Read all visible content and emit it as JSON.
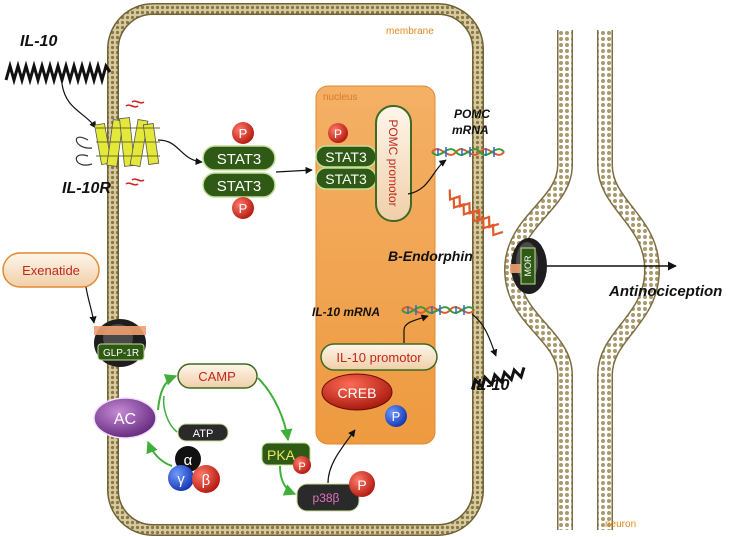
{
  "labels": {
    "membrane": "membrane",
    "nucleus": "nucleus",
    "neuron": "neuron",
    "il10_top": "IL-10",
    "il10r": "IL-10R",
    "stat3": "STAT3",
    "p": "P",
    "pomc_promotor": "POMC promotor",
    "pomc_mrna_line1": "POMC",
    "pomc_mrna_line2": "mRNA",
    "b_endorphin": "B-Endorphin",
    "mor": "MOR",
    "antinociception": "Antinociception",
    "exenatide": "Exenatide",
    "glp1r": "GLP-1R",
    "ac": "AC",
    "atp": "ATP",
    "camp": "CAMP",
    "pka": "PKA",
    "p38b": "p38β",
    "alpha": "α",
    "gamma": "γ",
    "beta": "β",
    "creb": "CREB",
    "il10_promotor": "IL-10 promotor",
    "il10_mrna": "IL-10 mRNA",
    "il10_bottom": "IL-10"
  },
  "colors": {
    "membrane": "#a08e55",
    "nucleus_fill": "#f2a24b",
    "green_box": "#2f5a16",
    "red_circle": "#c0281c",
    "blue_circle": "#1f4fd0",
    "cream_box": "#fbe7cf",
    "purple": "#7a2c8f",
    "arrow_green": "#3fae3a",
    "orange_text": "#e08a1e",
    "receptor_yellow": "#e4e83a"
  }
}
